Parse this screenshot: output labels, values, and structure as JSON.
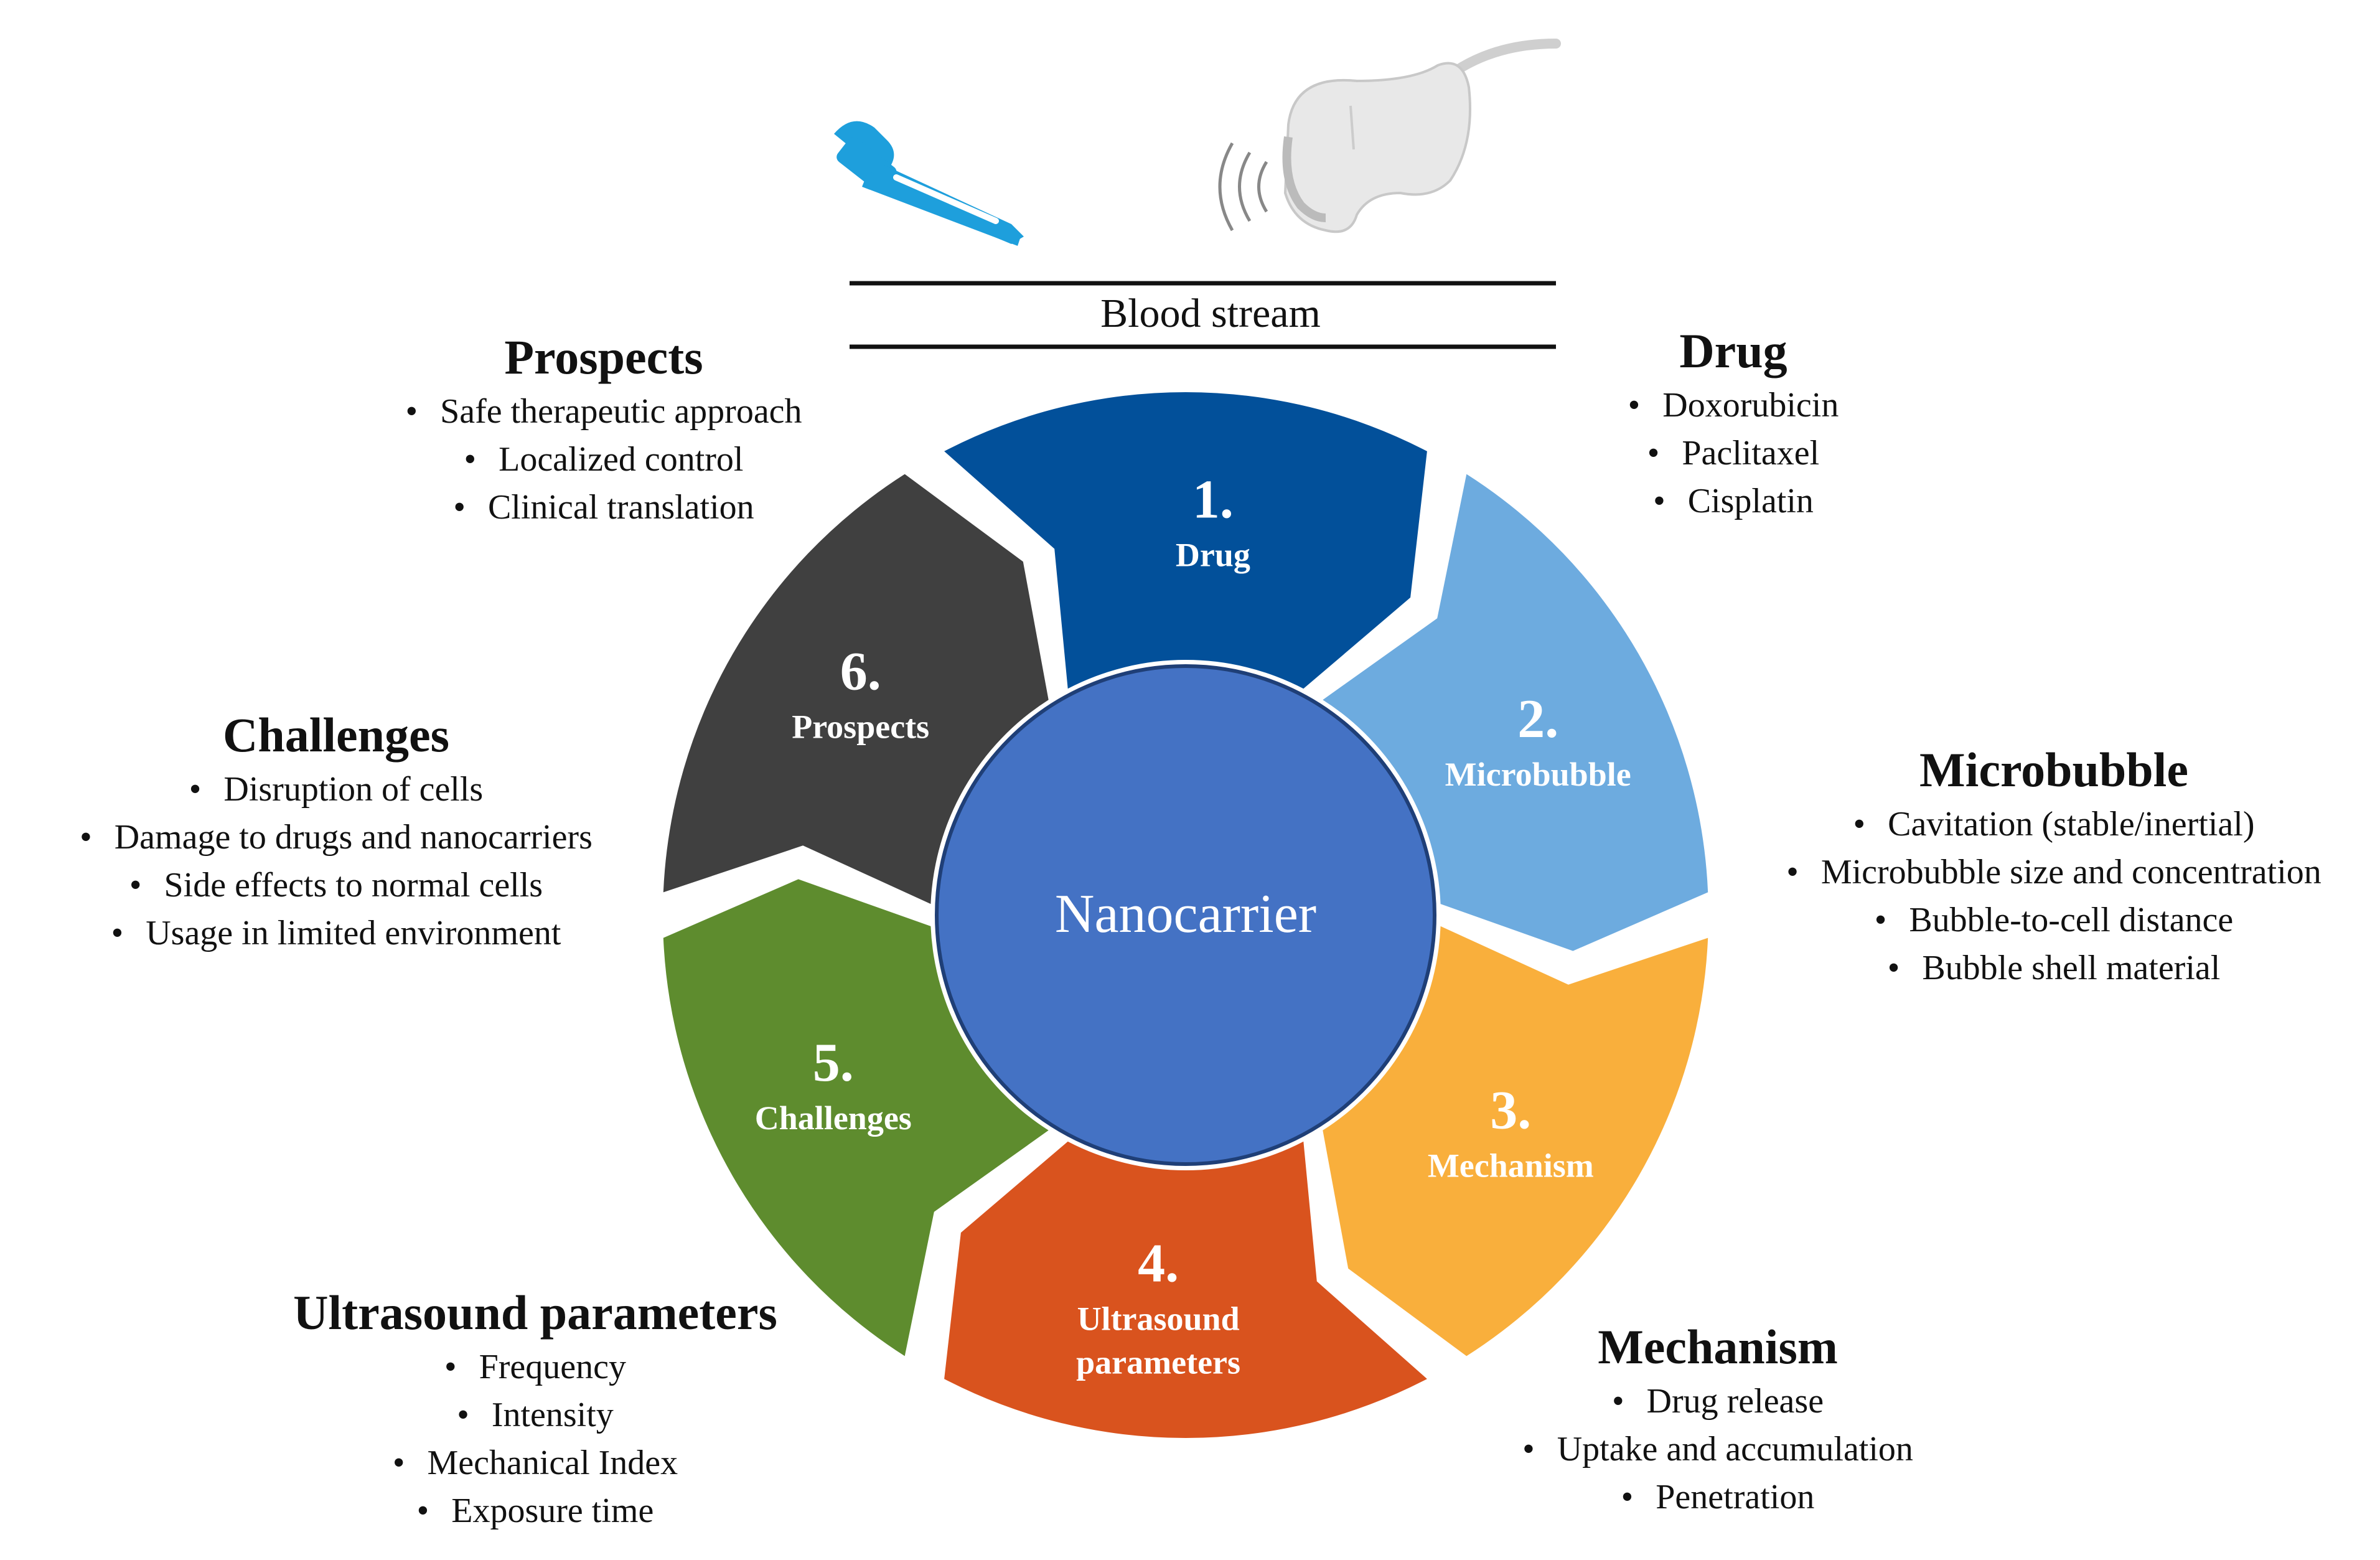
{
  "stream_label": "Blood stream",
  "center_label": "Nanocarrier",
  "bullet_char": "•",
  "colors": {
    "drug": "#02509A",
    "microbubble": "#6DABDF",
    "mechanism": "#F9AF3C",
    "ultrasound": "#D9531E",
    "challenges": "#5E8C2E",
    "prospects": "#404040",
    "center": "#4472C4"
  },
  "icons": [
    "dropper-icon",
    "ultrasound-probe-icon"
  ],
  "segments": [
    {
      "number": "1.",
      "lines": [
        "Drug"
      ]
    },
    {
      "number": "2.",
      "lines": [
        "Microbubble"
      ]
    },
    {
      "number": "3.",
      "lines": [
        "Mechanism"
      ]
    },
    {
      "number": "4.",
      "lines": [
        "Ultrasound",
        "parameters"
      ]
    },
    {
      "number": "5.",
      "lines": [
        "Challenges"
      ]
    },
    {
      "number": "6.",
      "lines": [
        "Prospects"
      ]
    }
  ],
  "panels": {
    "drug": {
      "title": "Drug",
      "items": [
        "Doxorubicin",
        "Paclitaxel",
        "Cisplatin"
      ]
    },
    "microbubble": {
      "title": "Microbubble",
      "items": [
        "Cavitation (stable/inertial)",
        "Microbubble size and concentration",
        "Bubble-to-cell distance",
        "Bubble shell material"
      ]
    },
    "mechanism": {
      "title": "Mechanism",
      "items": [
        "Drug release",
        "Uptake and accumulation",
        "Penetration"
      ]
    },
    "ultrasound": {
      "title": "Ultrasound parameters",
      "items": [
        "Frequency",
        "Intensity",
        "Mechanical Index",
        "Exposure time"
      ]
    },
    "challenges": {
      "title": "Challenges",
      "items": [
        "Disruption of cells",
        "Damage to drugs and nanocarriers",
        "Side effects to normal cells",
        "Usage in limited environment"
      ]
    },
    "prospects": {
      "title": "Prospects",
      "items": [
        "Safe therapeutic approach",
        "Localized control",
        "Clinical translation"
      ]
    }
  }
}
